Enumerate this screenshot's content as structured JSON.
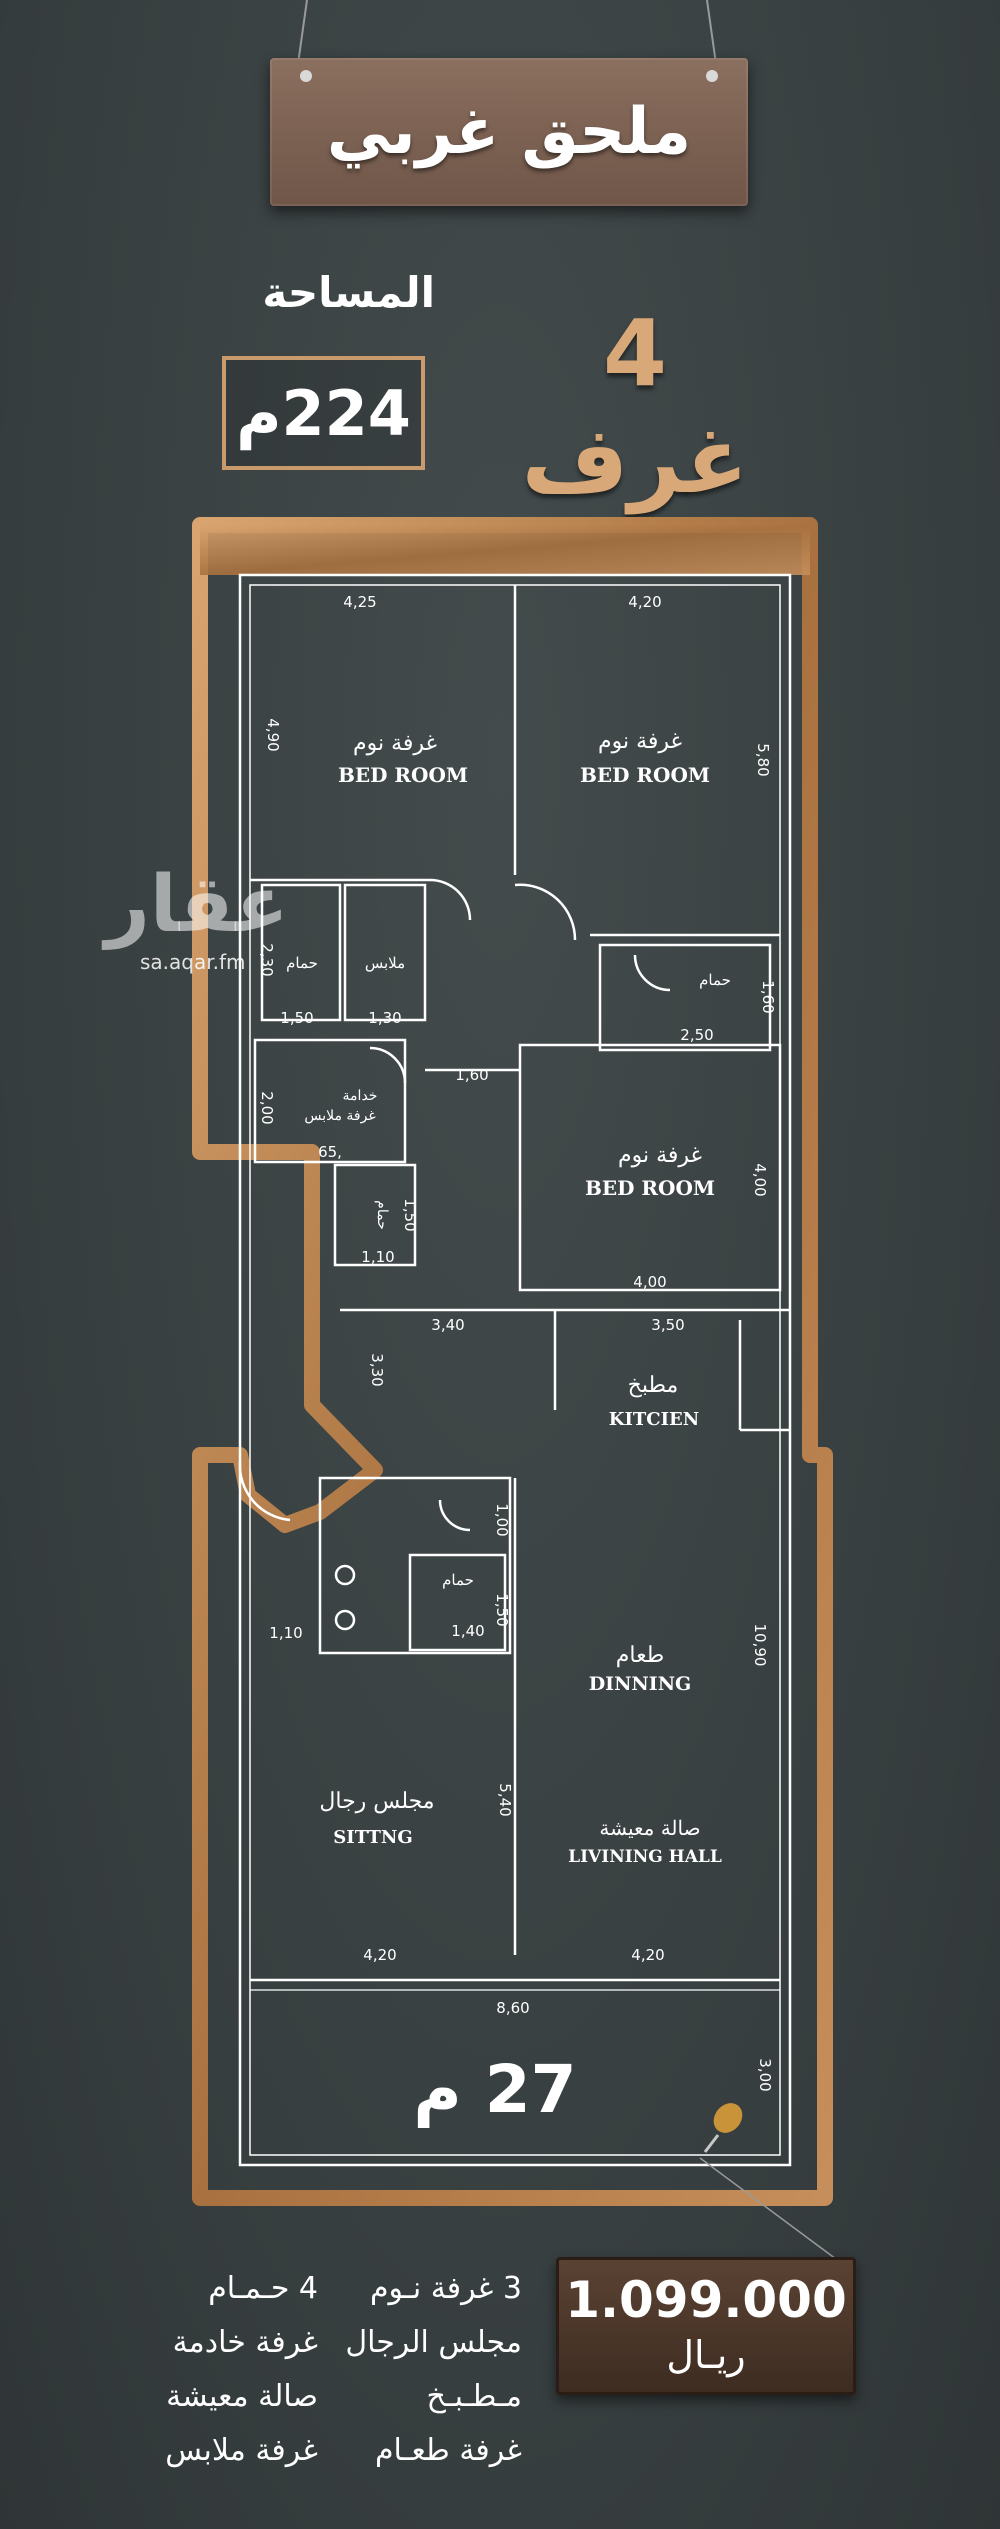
{
  "header": {
    "title": "ملحق غربي"
  },
  "area": {
    "label": "المساحة",
    "value": "224م"
  },
  "rooms_headline": "4 غرف",
  "watermark": {
    "brand": "عقار",
    "url": "sa.aqar.fm"
  },
  "rooms": {
    "bed1_ar": "غرفة نوم",
    "bed1_en": "BED ROOM",
    "bed2_ar": "غرفة نوم",
    "bed2_en": "BED ROOM",
    "bed3_ar": "غرفة نوم",
    "bed3_en": "BED ROOM",
    "bath1": "حمام",
    "closet": "ملابس",
    "bath2": "حمام",
    "maid_line1": "خدامة",
    "maid_line2": "غرفة ملابس",
    "bath3": "حمام",
    "bath4": "حمام",
    "kitchen_ar": "مطبخ",
    "kitchen_en": "KITCIEN",
    "dining_ar": "طعام",
    "dining_en": "DINNING",
    "sitting_ar": "مجلس رجال",
    "sitting_en": "SITTNG",
    "living_ar": "صالة معيشة",
    "living_en": "LIVINING HALL",
    "roof_area": "27 م"
  },
  "dimensions": {
    "d425": "4,25",
    "d420a": "4,20",
    "d490": "4,90",
    "d580": "5,80",
    "d230": "2,30",
    "d150a": "1,50",
    "d130": "1,30",
    "d160v": "1,60",
    "d250": "2,50",
    "d160h": "1,60",
    "d200": "2,00",
    "d65": "65,",
    "d400v": "4,00",
    "d150b": "1,50",
    "d110a": "1,10",
    "d400h": "4,00",
    "d340": "3,40",
    "d350": "3,50",
    "d330": "3,30",
    "d100": "1,00",
    "d150c": "1,50",
    "d140": "1,40",
    "d110b": "1,10",
    "d1090": "10,90",
    "d540": "5,40",
    "d420b": "4,20",
    "d420c": "4,20",
    "d860": "8,60",
    "d300": "3,00"
  },
  "price": {
    "value": "1.099.000",
    "currency": "ريـال"
  },
  "features": {
    "col1": [
      "3 غرفة نـوم",
      "مجلس الرجال",
      "مـطـبـخ",
      "غرفة طعـام"
    ],
    "col2": [
      "4 حـمـام",
      "غرفة خادمة",
      "صالة معيشة",
      "غرفة ملابس"
    ]
  },
  "colors": {
    "background": "#3a4142",
    "wall_wood": "#c08a5a",
    "line": "#ffffff",
    "accent": "#d9a878"
  }
}
